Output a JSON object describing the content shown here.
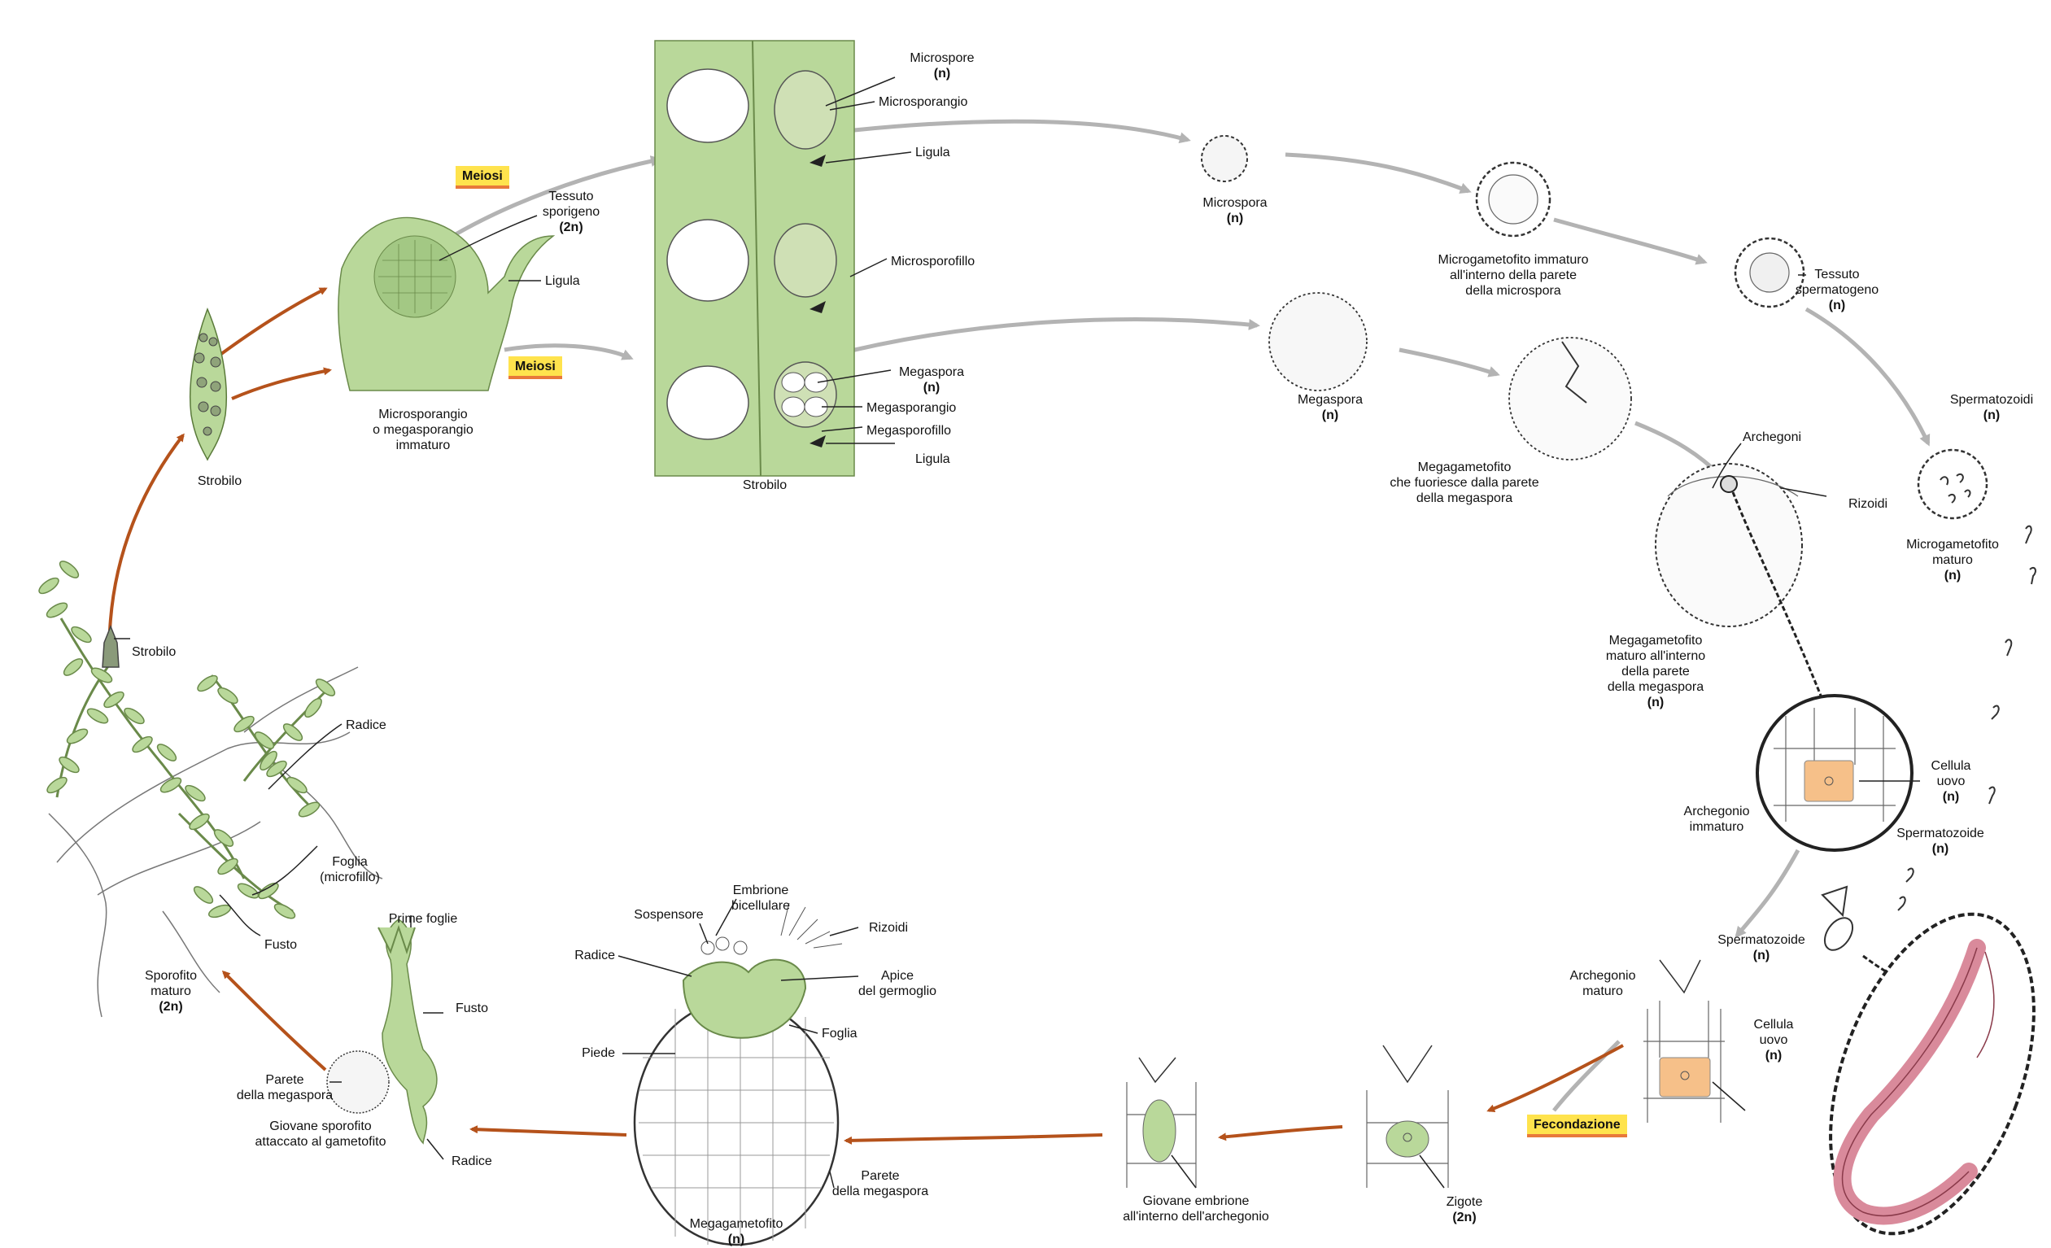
{
  "labels": {
    "strobilo_small": "Strobilo",
    "strobilo_plant": "Strobilo",
    "radice_plant": "Radice",
    "foglia": [
      "Foglia",
      "(microfillo)"
    ],
    "fusto_plant": "Fusto",
    "sporofito": [
      "Sporofito",
      "maturo",
      "(2n)"
    ],
    "microsporangio_immaturo": [
      "Microsporangio",
      "o megasporangio",
      "immaturo"
    ],
    "tessuto_sporigeno": [
      "Tessuto",
      "sporigeno",
      "(2n)"
    ],
    "ligula_left": "Ligula",
    "microspore": [
      "Microspore",
      "(n)"
    ],
    "microsporangio": "Microsporangio",
    "ligula_top": "Ligula",
    "microsporofillo": "Microsporofillo",
    "megaspora_strob": [
      "Megaspora",
      "(n)"
    ],
    "megasporangio": "Megasporangio",
    "megasporofillo": "Megasporofillo",
    "ligula_bottom": "Ligula",
    "strobilo_section": "Strobilo",
    "microspora": [
      "Microspora",
      "(n)"
    ],
    "microgametofito_immaturo": [
      "Microgametofito immaturo",
      "all'interno della parete",
      "della microspora"
    ],
    "tessuto_spermatogeno": [
      "Tessuto",
      "spermatogeno",
      "(n)"
    ],
    "megaspora": [
      "Megaspora",
      "(n)"
    ],
    "megagametofito_fuoriesce": [
      "Megagametofito",
      "che fuoriesce dalla parete",
      "della megaspora"
    ],
    "spermatozoidi": [
      "Spermatozoidi",
      "(n)"
    ],
    "archegoni": "Archegoni",
    "rizoidi_right": "Rizoidi",
    "microgametofito_maturo": [
      "Microgametofito",
      "maturo",
      "(n)"
    ],
    "megagametofito_maturo": [
      "Megagametofito",
      "maturo all'interno",
      "della parete",
      "della megaspora",
      "(n)"
    ],
    "cellula_uovo_1": [
      "Cellula",
      "uovo",
      "(n)"
    ],
    "archegonio_immaturo": [
      "Archegonio",
      "immaturo"
    ],
    "spermatozoide_1": [
      "Spermatozoide",
      "(n)"
    ],
    "spermatozoide_2": [
      "Spermatozoide",
      "(n)"
    ],
    "archegonio_maturo": [
      "Archegonio",
      "maturo"
    ],
    "cellula_uovo_2": [
      "Cellula",
      "uovo",
      "(n)"
    ],
    "zigote": [
      "Zigote",
      "(2n)"
    ],
    "giovane_embrione": [
      "Giovane embrione",
      "all'interno dell'archegonio"
    ],
    "embrione_bicellulare": [
      "Embrione",
      "bicellulare"
    ],
    "sospensore": "Sospensore",
    "rizoidi_bottom": "Rizoidi",
    "radice_embryo": "Radice",
    "apice_germoglio": [
      "Apice",
      "del germoglio"
    ],
    "foglia_embryo": "Foglia",
    "piede": "Piede",
    "parete_megaspora_bottom": [
      "Parete",
      "della megaspora"
    ],
    "megagametofito": [
      "Megagametofito",
      "(n)"
    ],
    "prime_foglie": "Prime foglie",
    "fusto_young": "Fusto",
    "parete_megaspora_left": [
      "Parete",
      "della megaspora"
    ],
    "giovane_sporofito": [
      "Giovane sporofito",
      "attaccato al gametofito"
    ],
    "radice_young": "Radice"
  },
  "tags": {
    "meiosi_1": "Meiosi",
    "meiosi_2": "Meiosi",
    "fecondazione": "Fecondazione"
  },
  "colors": {
    "plant_green": "#b9d89a",
    "egg_orange": "#f6c089",
    "sperm_pink": "#d98a9b",
    "arrow_orange": "#b5521b",
    "arrow_gray": "#b3b3b3",
    "tag_yellow": "#ffe34d"
  }
}
